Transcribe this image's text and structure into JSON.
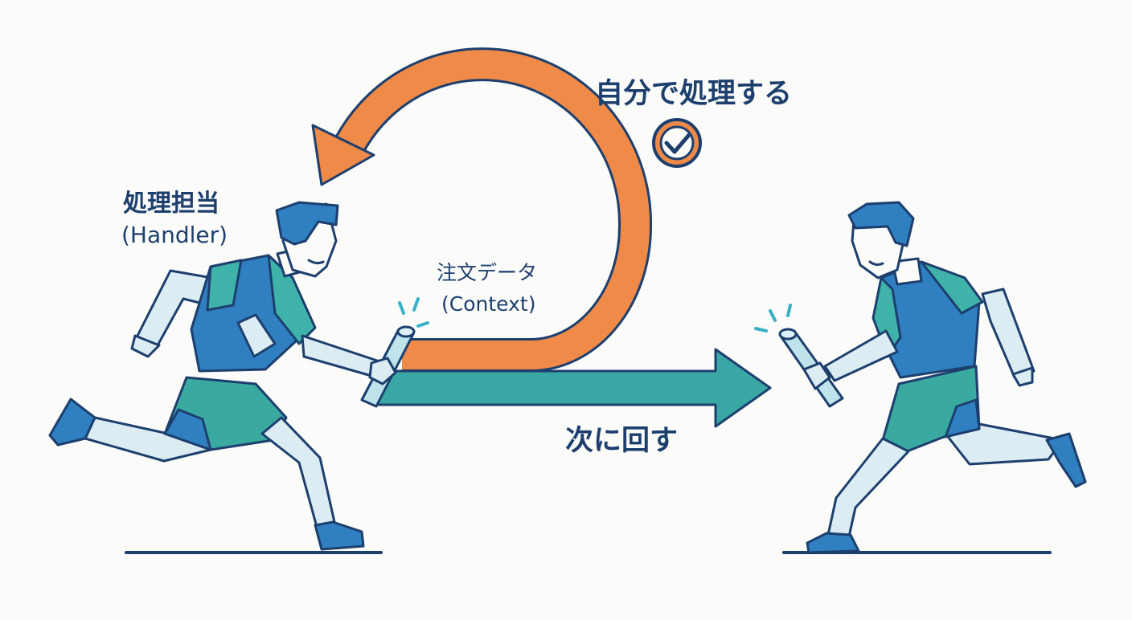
{
  "labels": {
    "handler_title": "処理担当",
    "handler_subtitle": "(Handler)",
    "context_title": "注文データ",
    "context_subtitle": "(Context)",
    "self_process": "自分で処理する",
    "pass_next": "次に回す"
  },
  "icons": {
    "self_process_badge": "check-circle-icon",
    "baton": "baton-icon"
  },
  "colors": {
    "outline": "#1d3f6e",
    "orange_arrow": "#ef8a48",
    "teal_arrow": "#39a8a4",
    "shirt_blue": "#2f7fc1",
    "shirt_teal": "#3fb3aa",
    "shorts_teal": "#3aa9a0",
    "baton_light": "#bfe3ea",
    "shoe_blue": "#2f7fc1",
    "background": "#fbfbf9"
  }
}
